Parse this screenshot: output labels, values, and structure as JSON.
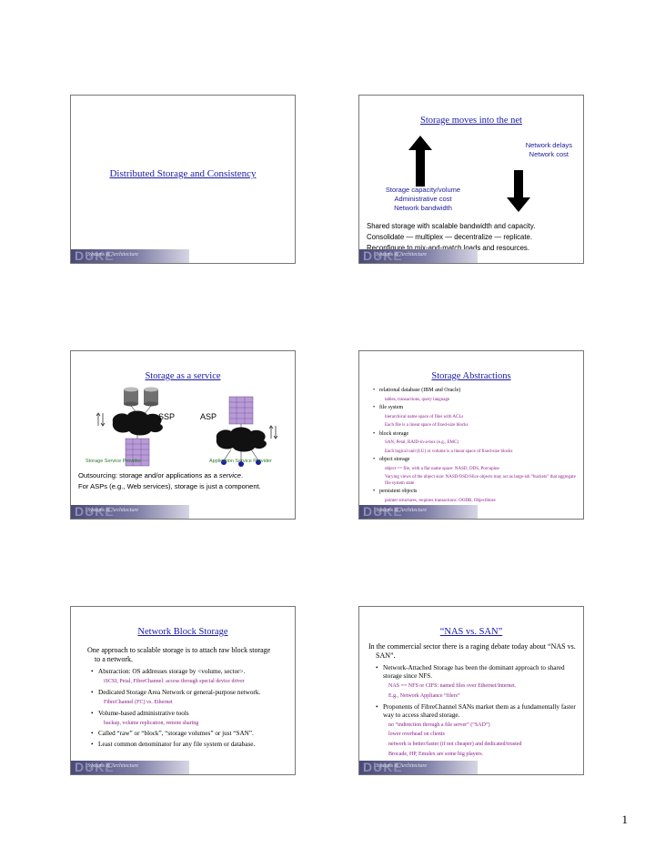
{
  "footer_text": "Systems & Architecture",
  "footer_logo": "DUKE",
  "slides": {
    "s1": {
      "title": "Distributed Storage and Consistency"
    },
    "s2": {
      "title": "Storage moves into the net",
      "up_lines": [
        "Network delays",
        "Network cost"
      ],
      "down_lines": [
        "Storage capacity/volume",
        "Administrative cost",
        "Network bandwidth"
      ],
      "body": [
        "Shared storage with scalable bandwidth and capacity.",
        "Consolidate — multiplex — decentralize — replicate.",
        "Reconfigure to mix-and-match loads and resources."
      ]
    },
    "s3": {
      "title": "Storage as a service",
      "ssp": "SSP",
      "asp": "ASP",
      "label_left": "Storage Service Provider",
      "label_right": "Application Service Provider",
      "line1_pre": "Outsourcing: storage and/or applications as a ",
      "line1_em": "service",
      "line1_post": ".",
      "line2": "For ASPs (e.g., Web services), storage is just a component."
    },
    "s4": {
      "title": "Storage Abstractions",
      "items": [
        {
          "text": "relational database (IBM and Oracle)",
          "subs": [
            "tables, transactions, query language"
          ]
        },
        {
          "text": "file system",
          "subs": [
            "hierarchical name space of files with ACLs",
            "Each file is a linear space of fixed-size blocks"
          ]
        },
        {
          "text": "block storage",
          "subs": [
            "SAN, Petal, RAID-in-a-box (e.g., EMC)",
            "Each logical unit (LU) or volume is a linear space of fixed-size blocks"
          ]
        },
        {
          "text": "object storage",
          "subs": [
            "object == file, with a flat name space: NASD, DDS, Porcupine",
            "Varying views of the object size: NASD/OSD/Slice objects may act as large-ish “buckets” that aggregate file system state"
          ]
        },
        {
          "text": "persistent objects",
          "subs": [
            "pointer structures, requires transactions: OODB, ObjectStore"
          ]
        }
      ]
    },
    "s5": {
      "title": "Network Block Storage",
      "intro": "One approach to scalable storage is to attach raw block storage to a network.",
      "items": [
        {
          "text": "Abstraction: OS addresses storage by <volume, sector>.",
          "subs": [
            "iSCSI, Petal, FibreChannel: access through special device driver"
          ]
        },
        {
          "text": "Dedicated Storage Area Network or general-purpose network.",
          "subs": [
            "FibreChannel (FC) vs. Ethernet"
          ]
        },
        {
          "text": "Volume-based administrative tools",
          "subs": [
            "backup, volume replication, remote sharing"
          ]
        },
        {
          "text": "Called “raw” or “block”, “storage volumes” or just “SAN”.",
          "subs": []
        },
        {
          "text": "Least common denominator for any file system or database.",
          "subs": []
        }
      ]
    },
    "s6": {
      "title": "“NAS vs. SAN”",
      "intro": "In the commercial sector there is a raging debate today about “NAS vs. SAN”.",
      "items": [
        {
          "text": "Network-Attached Storage has been the dominant approach to shared storage since NFS.",
          "subs": [
            "NAS == NFS or CIFS: named files over Ethernet/Internet.",
            "E.g., Network Appliance “filers”"
          ]
        },
        {
          "text": "Proponents of FibreChannel SANs market them as a fundamentally faster way to access shared storage.",
          "subs": [
            "no “indirection through a file server” (“SAD”)",
            "lower overhead on clients",
            "network is better/faster (if not cheaper) and dedicated/trusted",
            "Brocade, HP, Emulex are some big players."
          ]
        }
      ]
    }
  },
  "page_number": "1"
}
